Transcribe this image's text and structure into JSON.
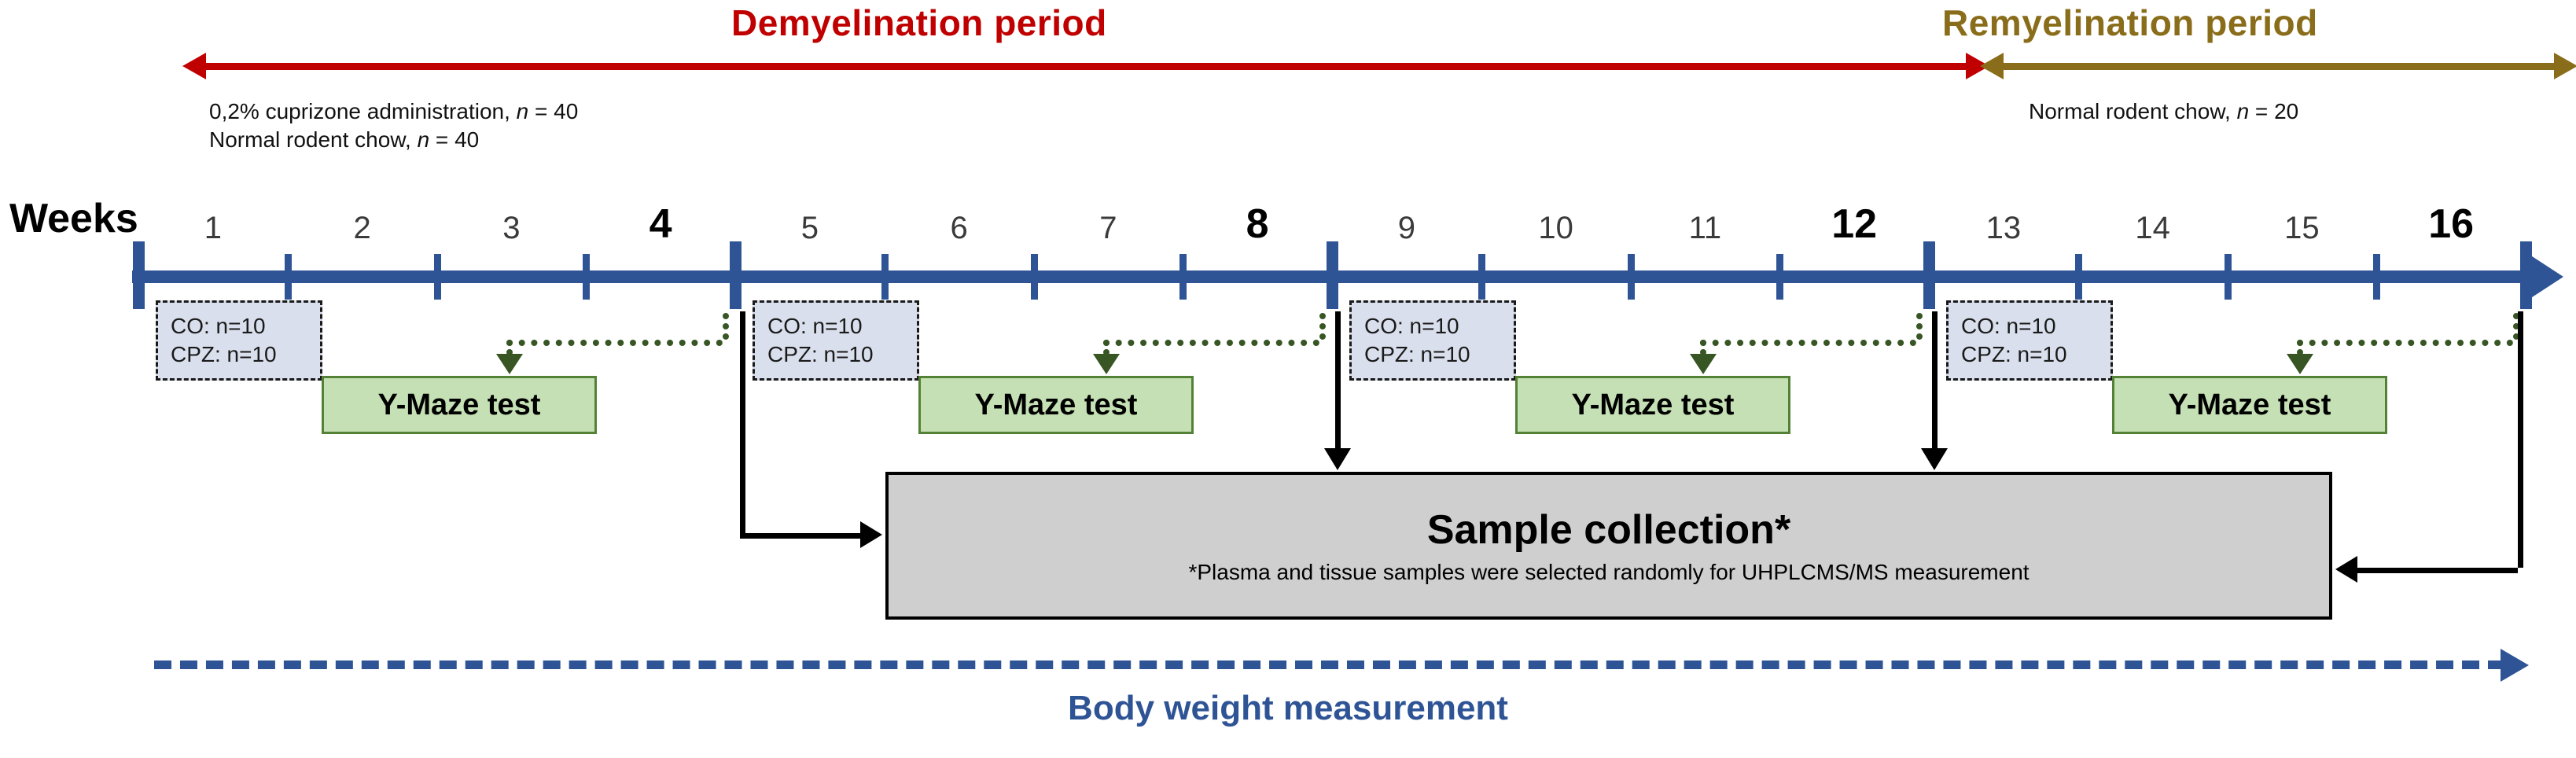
{
  "periods": {
    "demyelination": {
      "label": "Demyelination period",
      "color": "#C00000",
      "note_line1_pre": "0,2% cuprizone administration, ",
      "note_line1_i": "n",
      "note_line1_post": " = 40",
      "note_line2_pre": "Normal rodent chow, ",
      "note_line2_i": "n",
      "note_line2_post": " = 40",
      "weeks_from": 0,
      "weeks_to": 12
    },
    "remyelination": {
      "label": "Remyelination period",
      "color": "#8A6D1A",
      "note_line1_pre": "Normal rodent chow, ",
      "note_line1_i": "n",
      "note_line1_post": " = 20",
      "weeks_from": 12,
      "weeks_to": 16
    }
  },
  "axis": {
    "title": "Weeks",
    "color": "#2E5496",
    "ticks": [
      "1",
      "2",
      "3",
      "4",
      "5",
      "6",
      "7",
      "8",
      "9",
      "10",
      "11",
      "12",
      "13",
      "14",
      "15",
      "16"
    ],
    "major_ticks": [
      "4",
      "8",
      "12",
      "16"
    ]
  },
  "group_boxes": [
    {
      "co": "CO: n=10",
      "cpz": "CPZ: n=10",
      "week": 1
    },
    {
      "co": "CO: n=10",
      "cpz": "CPZ: n=10",
      "week": 5
    },
    {
      "co": "CO: n=10",
      "cpz": "CPZ: n=10",
      "week": 9
    },
    {
      "co": "CO: n=10",
      "cpz": "CPZ: n=10",
      "week": 13
    }
  ],
  "ymaze_tests": [
    {
      "label": "Y-Maze test",
      "week": 4
    },
    {
      "label": "Y-Maze test",
      "week": 8
    },
    {
      "label": "Y-Maze test",
      "week": 12
    },
    {
      "label": "Y-Maze test",
      "week": 16
    }
  ],
  "sample_collection": {
    "title": "Sample collection*",
    "subtitle": "*Plasma and tissue samples were selected randomly for UHPLCMS/MS measurement"
  },
  "body_weight": {
    "label": "Body weight measurement",
    "color": "#2E5496"
  }
}
